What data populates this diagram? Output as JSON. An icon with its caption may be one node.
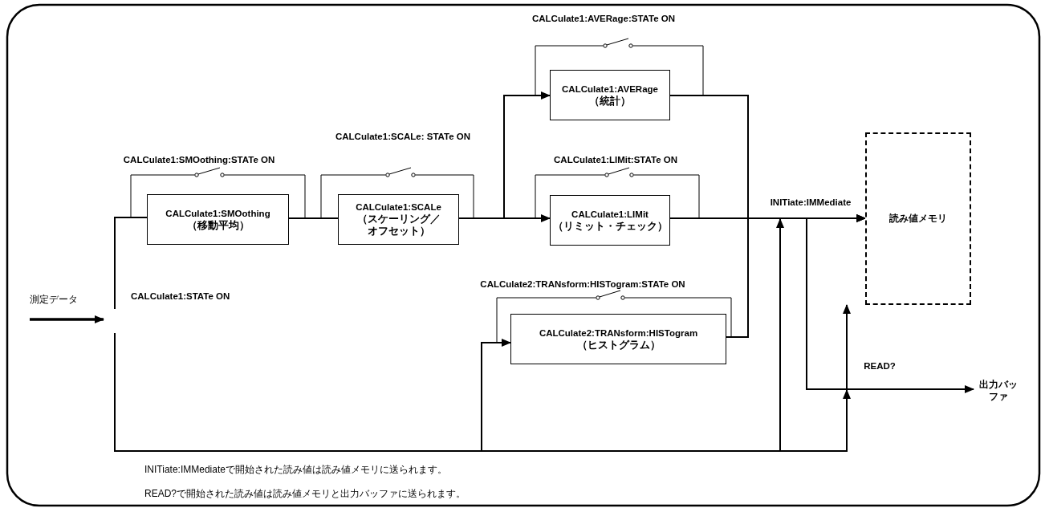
{
  "diagram": {
    "nodes": [
      {
        "text": [
          "CALCulate1:SMOothing",
          "（移動平均）"
        ]
      },
      {
        "text": [
          "CALCulate1:SCALe",
          "（スケーリング／オフセット）"
        ]
      },
      {
        "text": [
          "CALCulate1:AVERage",
          "（統計）"
        ]
      },
      {
        "text": [
          "CALCulate1:LIMit",
          "（リミット・チェック）"
        ]
      },
      {
        "text": [
          "CALCulate2:TRANsform:HISTogram",
          "（ヒストグラム）"
        ]
      },
      {
        "text": [
          "読み値メモリ"
        ]
      },
      {
        "text": [
          "出力バッファ"
        ]
      }
    ],
    "edges": [
      {
        "from": 0,
        "to": 1,
        "arrow": "none"
      },
      {
        "from": 1,
        "to": 2,
        "arrow": "to"
      },
      {
        "from": 1,
        "to": 3,
        "arrow": "to"
      },
      {
        "from": 3,
        "to": 5,
        "arrow": "to",
        "label": "INITiate:IMMediate"
      },
      {
        "from": 2,
        "to": 5,
        "arrow": "to"
      },
      {
        "from": 4,
        "to": 5,
        "arrow": "to"
      },
      {
        "from": 3,
        "to": 6,
        "arrow": "to",
        "label": "READ?"
      },
      {
        "from": null,
        "to": 4,
        "arrow": "to"
      },
      {
        "from": null,
        "to": 5,
        "arrow": "to"
      },
      {
        "from": null,
        "to": 0,
        "arrow": "none"
      }
    ],
    "labels": [
      "CALCulate1:AVERage:STATe ON",
      "CALCulate1:SCALe: STATe ON",
      "CALCulate1:SMOothing:STATe ON",
      "CALCulate1:LIMit:STATe ON",
      "CALCulate2:TRANsform:HISTogram:STATe ON",
      "測定データ",
      "CALCulate1:STATe ON",
      "INITiate:IMMediateで開始された読み値は読み値メモリに送られます。",
      "READ?で開始された読み値は読み値メモリと出力バッファに送られます。"
    ]
  }
}
